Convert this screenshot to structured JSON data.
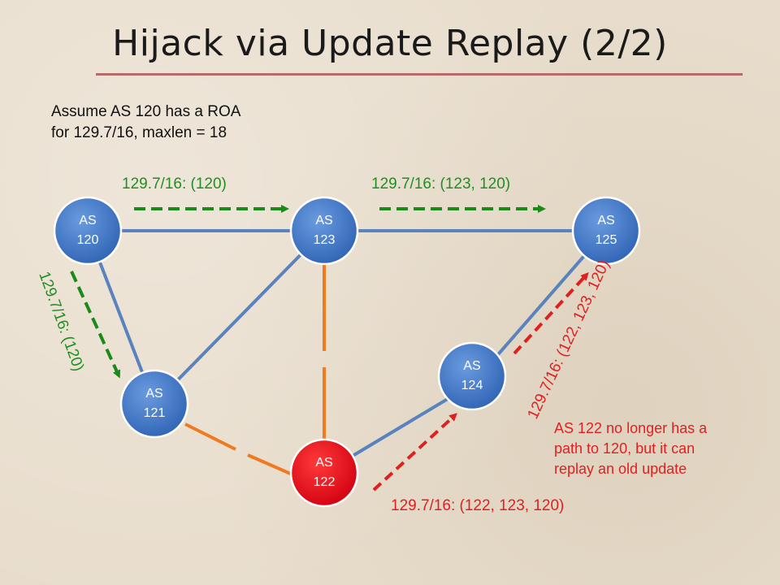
{
  "title": "Hijack via Update Replay (2/2)",
  "assumption": {
    "line1": "Assume AS 120 has a ROA",
    "line2": "for 129.7/16, maxlen = 18"
  },
  "nodes": [
    {
      "id": "as120",
      "line1": "AS",
      "line2": "120"
    },
    {
      "id": "as123",
      "line1": "AS",
      "line2": "123"
    },
    {
      "id": "as125",
      "line1": "AS",
      "line2": "125"
    },
    {
      "id": "as121",
      "line1": "AS",
      "line2": "121"
    },
    {
      "id": "as124",
      "line1": "AS",
      "line2": "124"
    },
    {
      "id": "as122",
      "line1": "AS",
      "line2": "122"
    }
  ],
  "announcements": {
    "as120_to_as123": "129.7/16: (120)",
    "as123_to_as125": "129.7/16: (123, 120)",
    "as120_to_as121": "129.7/16: (120)",
    "as122_to_as124": "129.7/16: (122, 123, 120)",
    "as124_to_as125": "129.7/16: (122, 123, 120)"
  },
  "replay_note": {
    "line1": "AS 122 no longer has a",
    "line2": "path to 120, but it can",
    "line3": "replay an old update"
  },
  "colors": {
    "node_blue": "#3f78c8",
    "node_red": "#e3101a",
    "link_blue": "#5a82bd",
    "link_orange": "#f07a20",
    "arrow_green": "#1a8a1a",
    "arrow_red": "#e01f1f",
    "title_rule": "#b76a6a"
  }
}
